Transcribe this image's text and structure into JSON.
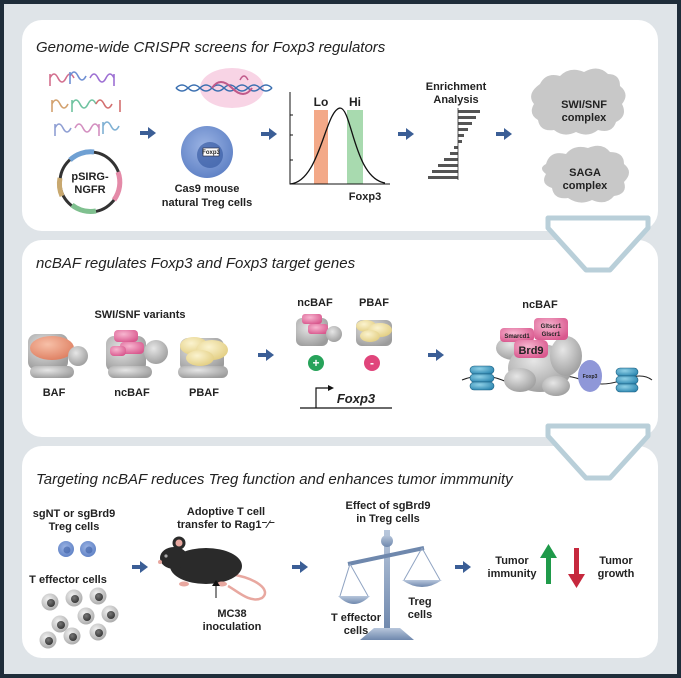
{
  "panels": [
    {
      "title": "Genome-wide CRISPR screens for Foxp3 regulators",
      "plasmid_label": [
        "pSIRG-",
        "NGFR"
      ],
      "cell_label": [
        "Cas9 mouse",
        "natural Treg cells"
      ],
      "foxp3_locus_label": "Foxp3",
      "hist_lo": "Lo",
      "hist_hi": "Hi",
      "hist_axis": "Foxp3",
      "enrichment_label": [
        "Enrichment",
        "Analysis"
      ],
      "complex_1": [
        "SWI/SNF",
        "complex"
      ],
      "complex_2": [
        "SAGA",
        "complex"
      ]
    },
    {
      "title": "ncBAF regulates Foxp3 and Foxp3 target genes",
      "variants_label": "SWI/SNF variants",
      "variant_names": [
        "BAF",
        "ncBAF",
        "PBAF"
      ],
      "effect_ncbaf": "ncBAF",
      "effect_pbaf": "PBAF",
      "plus": "+",
      "minus": "-",
      "gene": "Foxp3",
      "complex_title": "ncBAF",
      "subunits": [
        "Smarcd1",
        "Gltscr1",
        "Glscr1",
        "Brd9"
      ],
      "tf_label": "Foxp3"
    },
    {
      "title": "Targeting ncBAF reduces Treg function and enhances tumor immmunity",
      "treg_label": [
        "sgNT or sgBrd9",
        "Treg cells"
      ],
      "teff_label": "T effector cells",
      "transfer_label": [
        "Adoptive T cell",
        "transfer to Rag1⁻⁄⁻"
      ],
      "inoculation_label": [
        "MC38",
        "inoculation"
      ],
      "effect_label": [
        "Effect of sgBrd9",
        "in Treg cells"
      ],
      "scale_left": [
        "T effector",
        "cells"
      ],
      "scale_right": [
        "Treg",
        "cells"
      ],
      "tumor_immunity": [
        "Tumor",
        "immunity"
      ],
      "tumor_growth": [
        "Tumor",
        "growth"
      ]
    }
  ],
  "colors": {
    "frame": "#1f2d3a",
    "panel_bg": "#ffffff",
    "outer_bg": "#dfe4e8",
    "arrow": "#3b5e96",
    "chevron": "#b9cfd9",
    "lo_fill": "#f2a07b",
    "hi_fill": "#9fd6a6",
    "ncbaf_pink": "#e87aa8",
    "baf_salmon": "#e89a7a",
    "pbaf_yellow": "#f1e3a2",
    "plus_green": "#27a35a",
    "minus_pink": "#e0457b",
    "up_green": "#1f9a4a",
    "down_red": "#c6283d",
    "treg_blue": "#6d8fcf",
    "foxp3_purple": "#8f97d8"
  }
}
